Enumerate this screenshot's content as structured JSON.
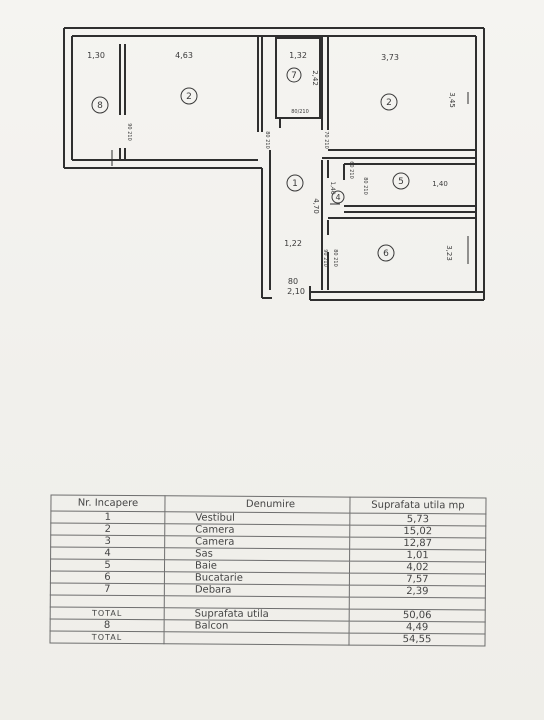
{
  "plan": {
    "dims": {
      "d_130": "1,30",
      "d_463": "4,63",
      "d_132": "1,32",
      "d_373": "3,73",
      "d_345": "3,45",
      "d_242": "2,42",
      "d_140": "1,40",
      "d_140b": "1,40",
      "d_470": "4,70",
      "d_122": "1,22",
      "d_323": "3,23",
      "d_80": "80",
      "d_210": "2,10",
      "door_80_210": "80/210",
      "door_a": "90 210",
      "door_b": "80 210",
      "door_c": "70 210",
      "door_d": "80 210",
      "door_e": "60 210",
      "door_f": "90 210",
      "door_g": "80 210"
    },
    "rooms": {
      "r1": "1",
      "r2": "2",
      "r2b": "2",
      "r4": "4",
      "r5": "5",
      "r6": "6",
      "r7": "7",
      "r8": "8"
    }
  },
  "table": {
    "headers": {
      "nr": "Nr. Incapere",
      "name": "Denumire",
      "area": "Suprafata utila mp"
    },
    "rows": [
      {
        "nr": "1",
        "name": "Vestibul",
        "area": "5,73"
      },
      {
        "nr": "2",
        "name": "Camera",
        "area": "15,02"
      },
      {
        "nr": "3",
        "name": "Camera",
        "area": "12,87"
      },
      {
        "nr": "4",
        "name": "Sas",
        "area": "1,01"
      },
      {
        "nr": "5",
        "name": "Baie",
        "area": "4,02"
      },
      {
        "nr": "6",
        "name": "Bucatarie",
        "area": "7,57"
      },
      {
        "nr": "7",
        "name": "Debara",
        "area": "2,39"
      }
    ],
    "total_label": "TOTAL",
    "total_name": "Suprafata utila",
    "total_area": "50,06",
    "balcony_nr": "8",
    "balcony_name": "Balcon",
    "balcony_area": "4,49",
    "grand_label": "TOTAL",
    "grand_area": "54,55"
  }
}
